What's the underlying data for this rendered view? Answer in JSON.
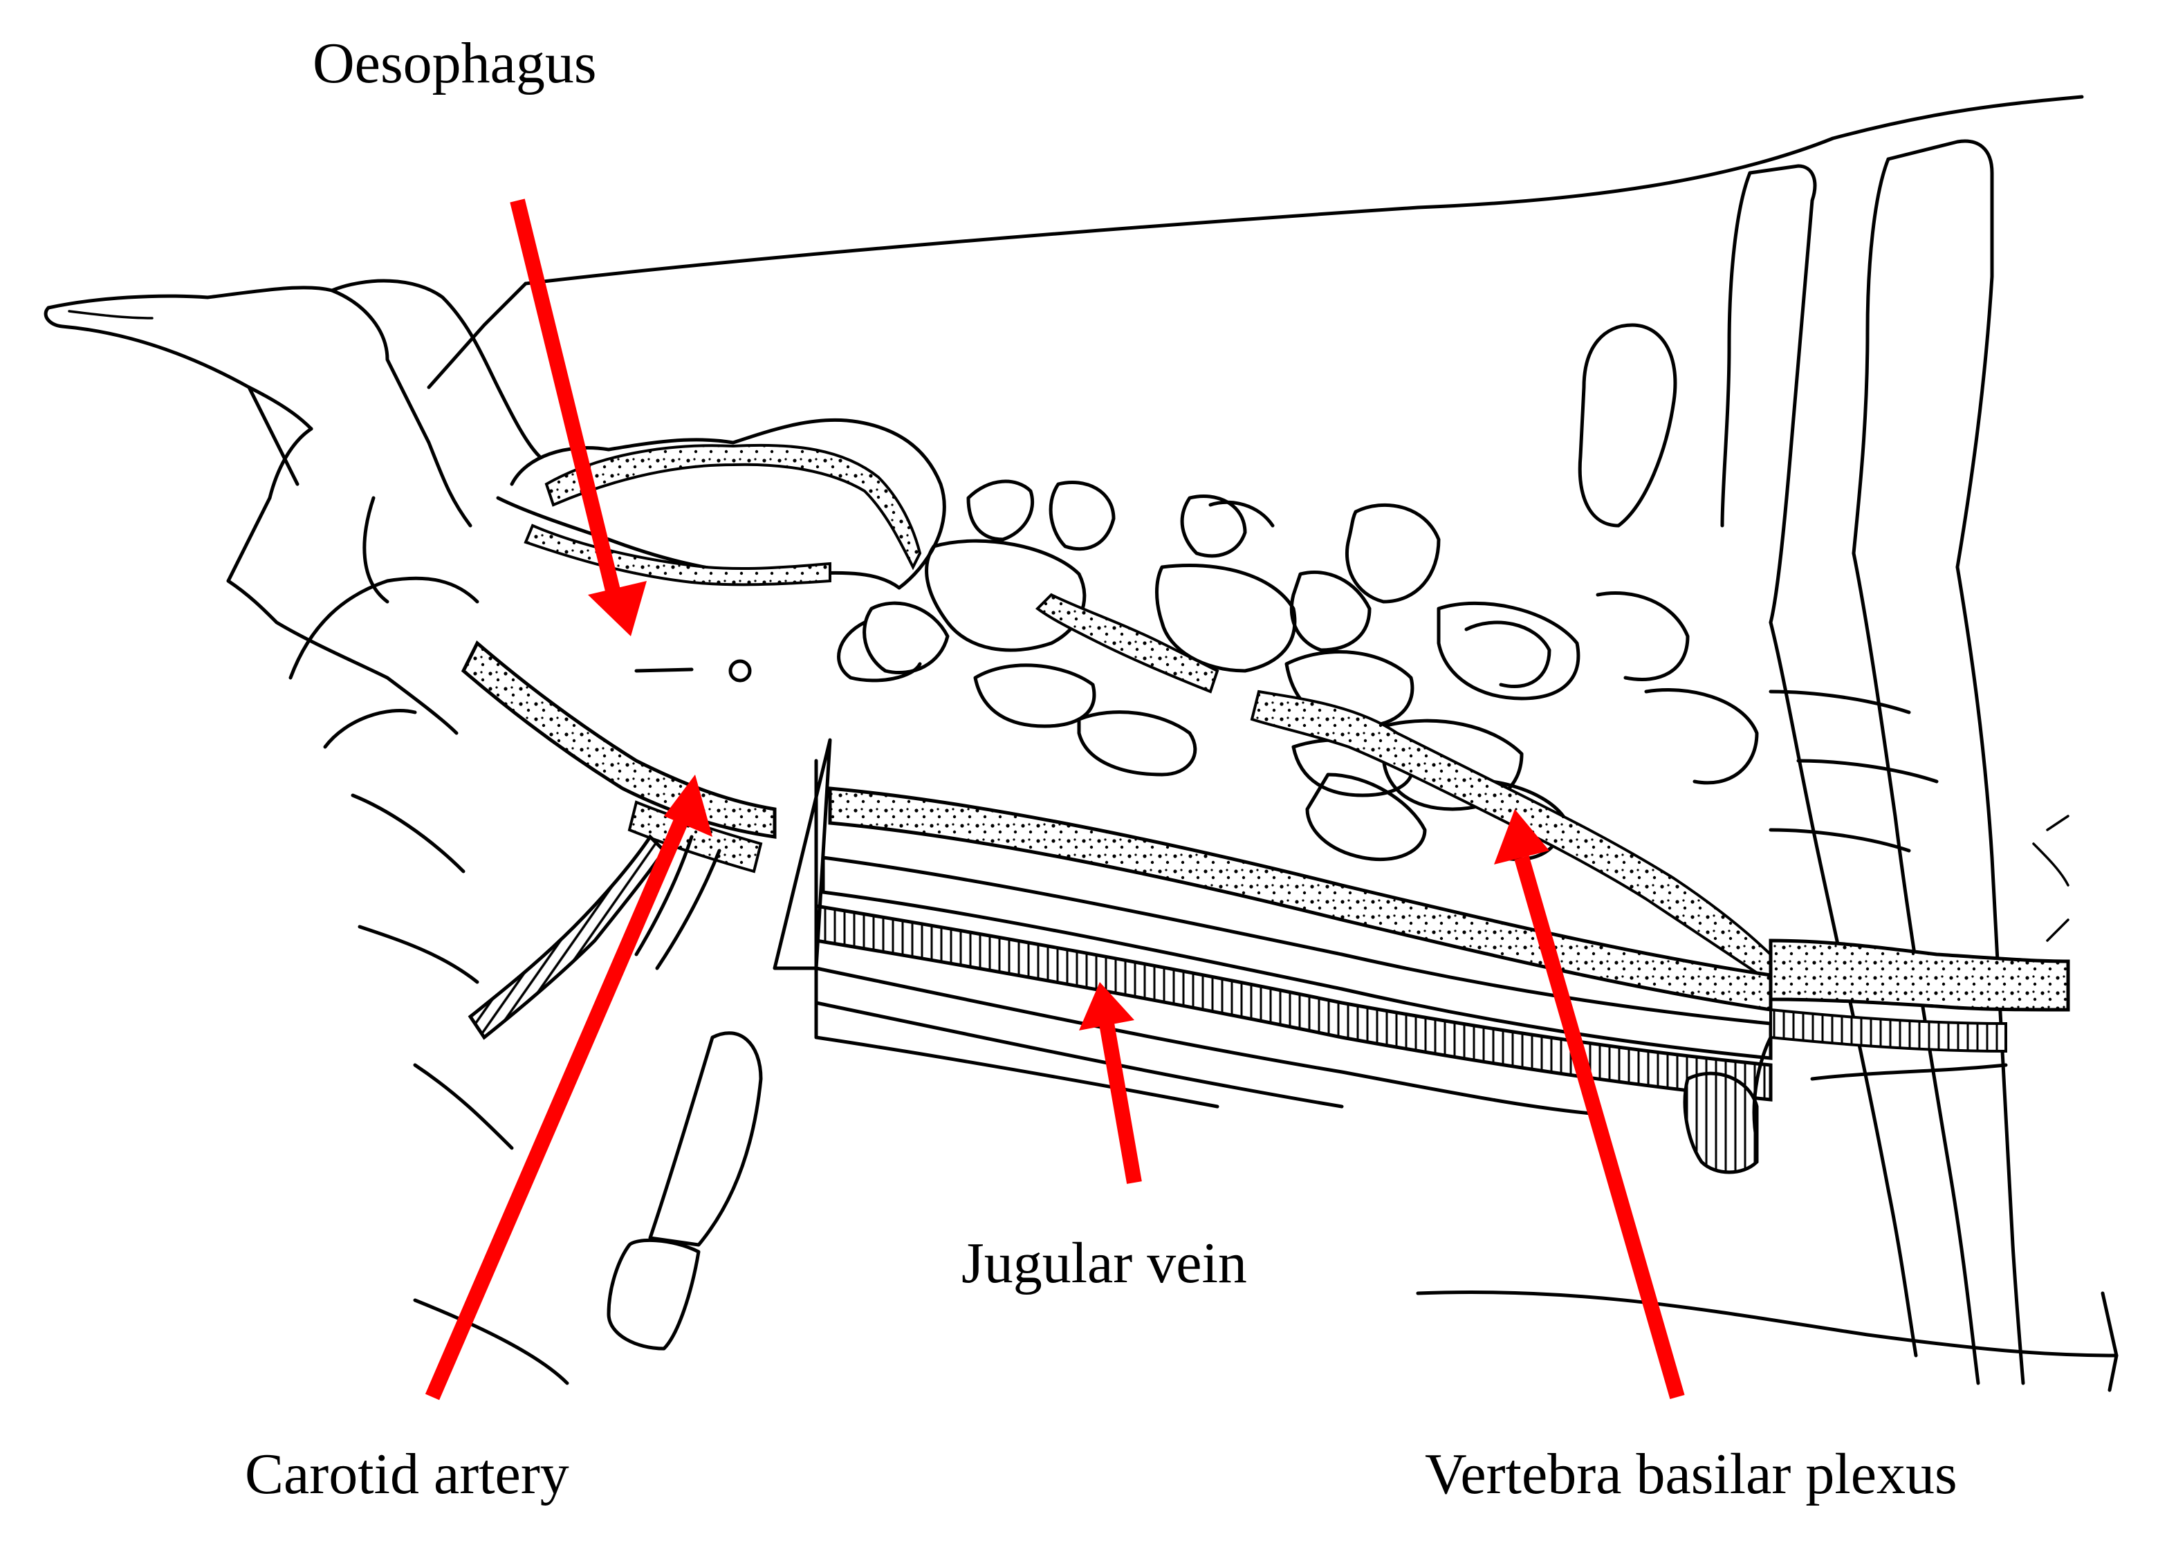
{
  "labels": {
    "oesophagus": "Oesophagus",
    "jugular_vein": "Jugular vein",
    "carotid_artery": "Carotid artery",
    "vertebra_basilar_plexus": "Vertebra basilar plexus"
  },
  "colors": {
    "arrow": "#ff0000",
    "ink": "#000000",
    "background": "#ffffff"
  }
}
